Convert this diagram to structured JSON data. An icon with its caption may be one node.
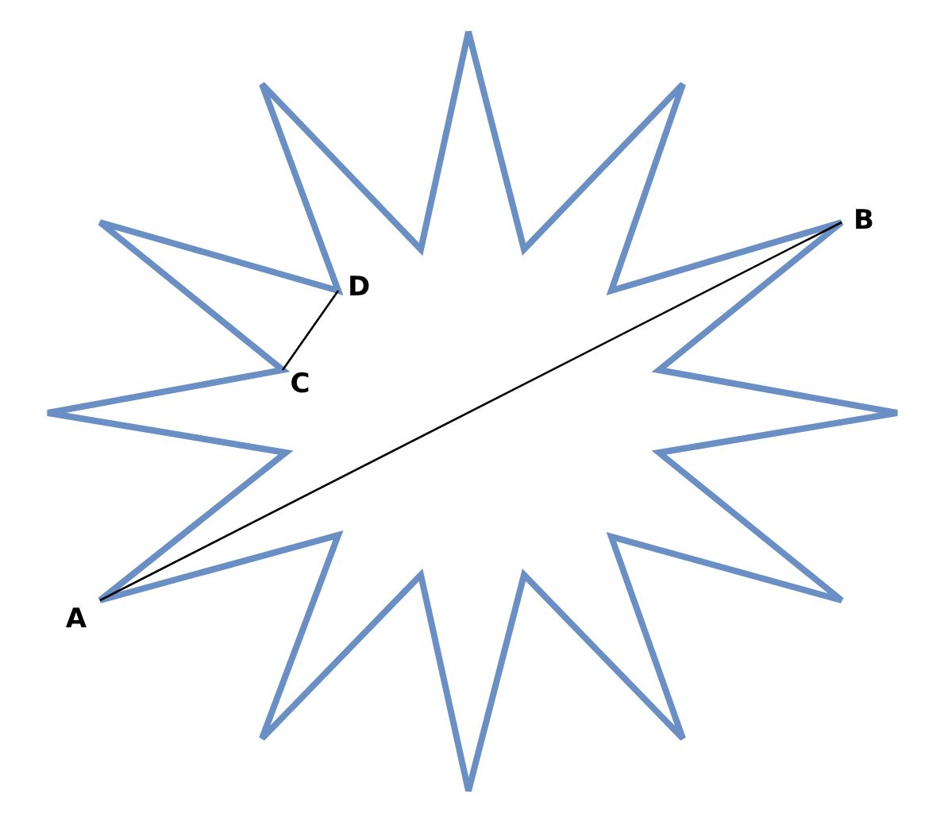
{
  "diagram": {
    "nodes": [
      {
        "text": [
          "A"
        ]
      },
      {
        "text": [
          "B"
        ]
      },
      {
        "text": [
          "C"
        ]
      },
      {
        "text": [
          "D"
        ]
      }
    ],
    "edges": [
      {
        "from": 0,
        "to": 1,
        "arrow": "none"
      },
      {
        "from": 2,
        "to": 3,
        "arrow": "none"
      }
    ]
  }
}
